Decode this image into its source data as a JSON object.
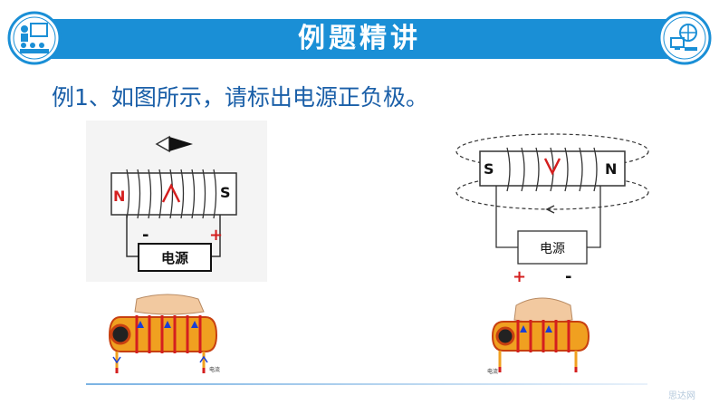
{
  "banner": {
    "title": "例题精讲",
    "color": "#1a8fd6",
    "left_icon": "teacher-classroom-icon",
    "right_icon": "globe-computer-icon"
  },
  "question": {
    "text": "例1、如图所示，请标出电源正负极。"
  },
  "figure_left": {
    "pole_left": "N",
    "pole_right": "S",
    "power_label": "电源",
    "minus_sign": "-",
    "plus_sign": "+"
  },
  "figure_right": {
    "pole_left": "S",
    "pole_right": "N",
    "power_label": "电源",
    "plus_sign": "+",
    "minus_sign": "-"
  },
  "hand_left": {
    "current_label": "电流"
  },
  "hand_right": {
    "current_label": "电流"
  },
  "footer": {
    "watermark": "思达网"
  }
}
